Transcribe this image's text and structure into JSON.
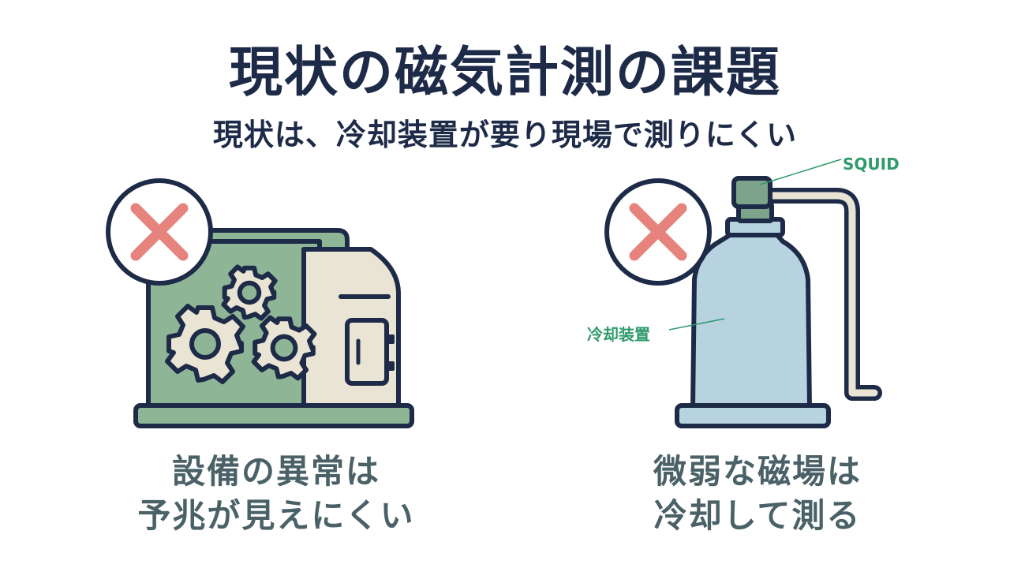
{
  "title": "現状の磁気計測の課題",
  "subtitle": "現状は、冷却装置が要り現場で測りにくい",
  "left_panel": {
    "caption_line1": "設備の異常は",
    "caption_line2": "予兆が見えにくい"
  },
  "right_panel": {
    "caption_line1": "微弱な磁場は",
    "caption_line2": "冷却して測る",
    "label_squid": "SQUID",
    "label_cooling": "冷却装置"
  },
  "colors": {
    "navy": "#1e2b48",
    "machine_green": "#8fb597",
    "cream": "#e9e4d3",
    "cross_red": "#e6837d",
    "tank_blue": "#b7d3df",
    "squid_green": "#7da38b",
    "label_green": "#2f9a6a"
  }
}
